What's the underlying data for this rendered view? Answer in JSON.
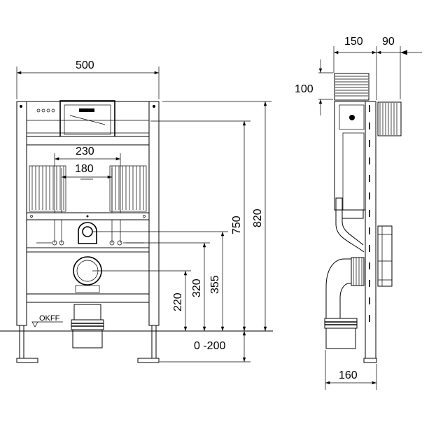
{
  "front_view": {
    "width_dim": "500",
    "inner_dim_outer": "230",
    "inner_dim_inner": "180",
    "height_dim_total": "820",
    "height_dim_actuator": "750",
    "height_dim_supply": "355",
    "height_dim_bolts": "320",
    "height_dim_outlet": "220",
    "floor_adjust_dim": "0 -200",
    "floor_label": "OKFF"
  },
  "side_view": {
    "depth_dim": "150",
    "plate_dim": "90",
    "top_dim": "100",
    "outlet_depth_dim": "160"
  }
}
